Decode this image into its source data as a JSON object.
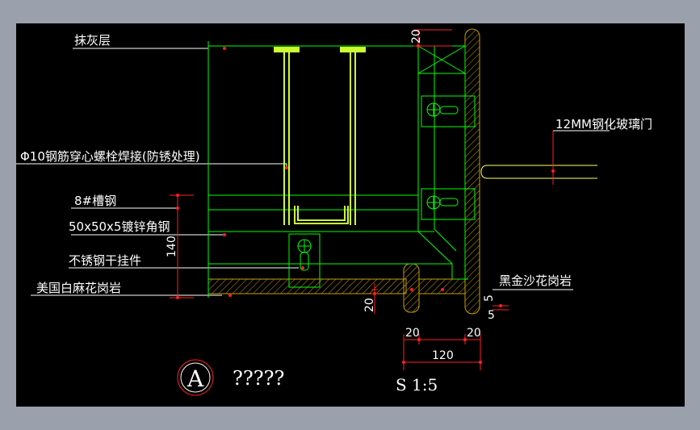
{
  "labels": {
    "plaster": "抹灰层",
    "steel_rod": "Φ10钢筋穿心螺栓焊接(防锈处理)",
    "channel": "8#槽钢",
    "angle": "50x50x5镀锌角钢",
    "hanger": "不锈钢干挂件",
    "granite_white": "美国白麻花岗岩",
    "glass_door": "12MM钢化玻璃门",
    "granite_black": "黑金沙花岗岩"
  },
  "dims": {
    "top_20": "20",
    "height_140": "140",
    "bottom_20": "20",
    "right_5a": "5",
    "right_5b": "5",
    "base_20a": "20",
    "base_20b": "20",
    "base_120": "120"
  },
  "callout": {
    "letter": "A",
    "title": "?????",
    "scale": "S 1:5"
  },
  "colors": {
    "background": "#000000",
    "frame": "#9aa1ac",
    "steel": "#ccff33",
    "structure": "#00ff00",
    "dimension": "#ff2020",
    "text": "#ffffff",
    "glass": "#ffff66",
    "hatch": "#c8a000"
  }
}
